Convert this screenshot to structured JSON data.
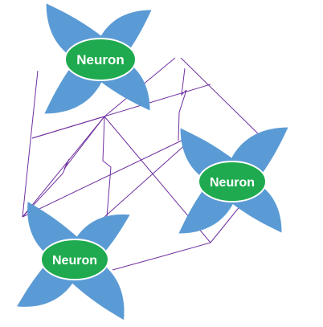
{
  "diagram": {
    "neurons": [
      {
        "label": "Neuron"
      },
      {
        "label": "Neuron"
      },
      {
        "label": "Neuron"
      }
    ],
    "colors": {
      "petal": "#5b9bd5",
      "petal_edge": "#4a86c4",
      "body": "#1faa4f",
      "body_edge": "#ffffff",
      "connection": "#7030a0",
      "label": "#ffffff",
      "background": "#ffffff"
    }
  }
}
